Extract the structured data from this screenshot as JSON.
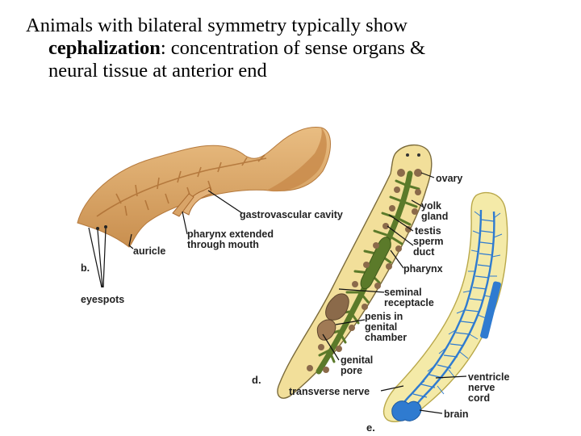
{
  "heading": {
    "line1": "Animals with bilateral symmetry typically show",
    "term": "cephalization",
    "line2_rest": ": concentration of sense organs &",
    "line3": "neural tissue at anterior end"
  },
  "figure": {
    "panel_b": {
      "letter": "b.",
      "labels": {
        "eyespots": "eyespots",
        "auricle": "auricle",
        "pharynx_line1": "pharynx extended",
        "pharynx_line2": "through mouth",
        "gastrovascular": "gastrovascular cavity"
      }
    },
    "panel_d": {
      "letter": "d.",
      "labels": {
        "ovary": "ovary",
        "yolk1": "yolk",
        "yolk2": "gland",
        "testis": "testis",
        "sperm1": "sperm",
        "sperm2": "duct",
        "pharynx": "pharynx",
        "seminal1": "seminal",
        "seminal2": "receptacle",
        "penis1": "penis in",
        "penis2": "genital",
        "penis3": "chamber",
        "genital1": "genital",
        "genital2": "pore"
      }
    },
    "panel_e": {
      "letter": "e.",
      "labels": {
        "transverse": "transverse nerve",
        "ventricle1": "ventricle",
        "ventricle2": "nerve",
        "ventricle3": "cord",
        "brain": "brain"
      }
    },
    "colors": {
      "flatworm_skin": "#d9a86a",
      "repro_body": "#f2df9a",
      "gut_green": "#5b7a2a",
      "organ_brown": "#8b6a4a",
      "nerve_blue": "#2f7bd0",
      "nervous_body": "#f4eaa8"
    }
  }
}
